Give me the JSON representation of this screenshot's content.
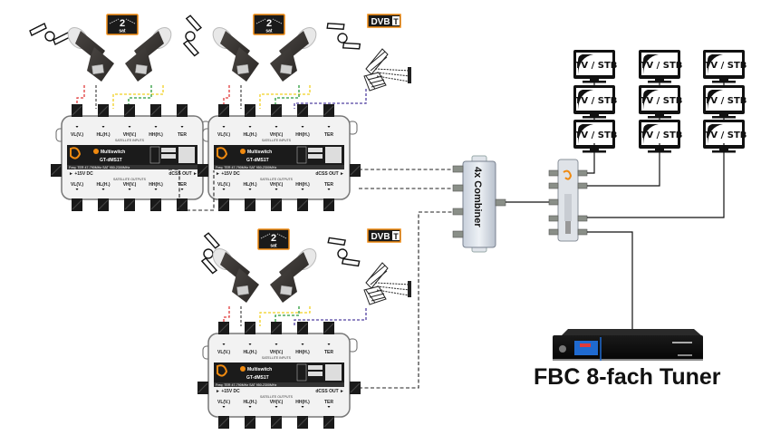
{
  "diagram": {
    "title": "FBC 8-fach Tuner",
    "badges": {
      "two_sat": {
        "number": "2",
        "text": "sat"
      },
      "dvbt": {
        "text": "DVB",
        "suffix": "T"
      }
    },
    "multiswitch": {
      "brand": "Multiswitch",
      "model": "GT-dMS1T",
      "freq_line": "Freq: TER 47-790MHz SAT 950-2300MHz",
      "inputs_header": "SATELLITE INPUTS",
      "outputs_header": "SATELLITE OUTPUTS",
      "ports": [
        "VL(V.)",
        "HL(H.)",
        "VH(V.)",
        "HH(H.)",
        "TER"
      ],
      "dc_label": "+15V DC",
      "out_label": "dCSS OUT"
    },
    "multiswitches": [
      {
        "id": "multiswitch-1"
      },
      {
        "id": "multiswitch-2"
      },
      {
        "id": "multiswitch-3"
      }
    ],
    "combiner": {
      "label": "4x Combiner"
    },
    "tv_label": "TV / STB",
    "tv_columns": 3,
    "tv_rows": 3,
    "cable_colors": {
      "VL": "#e03a3a",
      "HL": "#555555",
      "VH": "#f0d020",
      "HH": "#2a9a3a",
      "TER": "#5040a0",
      "dcss": "#222222",
      "accent": "#f08a10"
    }
  }
}
